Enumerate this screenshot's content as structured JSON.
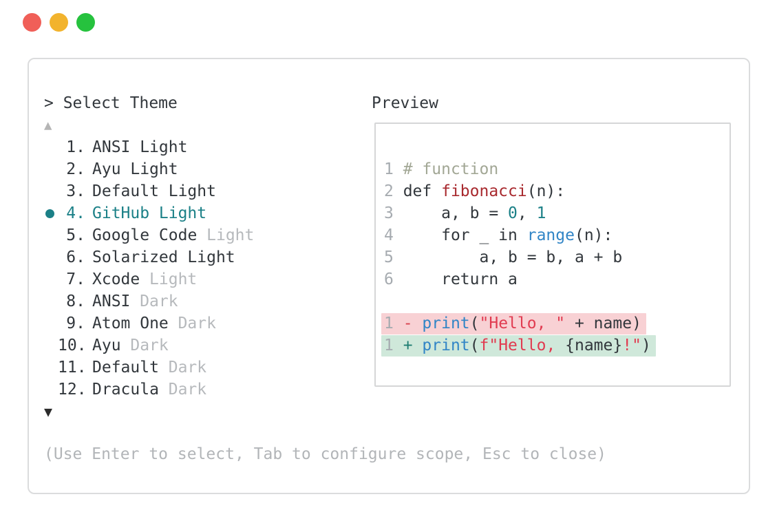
{
  "window_controls": [
    {
      "name": "close",
      "color": "#f05f58"
    },
    {
      "name": "minimize",
      "color": "#f2b32d"
    },
    {
      "name": "zoom",
      "color": "#26c23e"
    }
  ],
  "colors": {
    "accent": "#1b8087",
    "text": "#32373c",
    "dim": "#b6b9bc",
    "hint": "#b2b5b8",
    "lineno": "#a6abb0",
    "comment": "#a2a795",
    "func_red": "#a8292e",
    "builtin_blue": "#3185c6",
    "string_red": "#e13b50",
    "minus": "#d8414e",
    "plus": "#1f7d72",
    "diff_del_bg": "#f8d1d4",
    "diff_add_bg": "#cfe8da",
    "border": "#dbdcdd"
  },
  "theme_picker": {
    "prompt": "> Select Theme",
    "scroll_up_icon": "▲",
    "scroll_down_icon": "▼",
    "hint": "(Use Enter to select, Tab to configure scope, Esc to close)",
    "items": [
      {
        "num": "1.",
        "name": "ANSI",
        "variant": "Light",
        "dim": false,
        "selected": false
      },
      {
        "num": "2.",
        "name": "Ayu",
        "variant": "Light",
        "dim": false,
        "selected": false
      },
      {
        "num": "3.",
        "name": "Default",
        "variant": "Light",
        "dim": false,
        "selected": false
      },
      {
        "num": "4.",
        "name": "GitHub",
        "variant": "Light",
        "dim": false,
        "selected": true
      },
      {
        "num": "5.",
        "name": "Google Code",
        "variant": "Light",
        "dim": true,
        "selected": false
      },
      {
        "num": "6.",
        "name": "Solarized",
        "variant": "Light",
        "dim": false,
        "selected": false
      },
      {
        "num": "7.",
        "name": "Xcode",
        "variant": "Light",
        "dim": true,
        "selected": false
      },
      {
        "num": "8.",
        "name": "ANSI",
        "variant": "Dark",
        "dim": true,
        "selected": false
      },
      {
        "num": "9.",
        "name": "Atom One",
        "variant": "Dark",
        "dim": true,
        "selected": false
      },
      {
        "num": "10.",
        "name": "Ayu",
        "variant": "Dark",
        "dim": true,
        "selected": false
      },
      {
        "num": "11.",
        "name": "Default",
        "variant": "Dark",
        "dim": true,
        "selected": false
      },
      {
        "num": "12.",
        "name": "Dracula",
        "variant": "Dark",
        "dim": true,
        "selected": false
      }
    ]
  },
  "preview": {
    "label": "Preview",
    "lines": [
      {
        "no": "1",
        "segments": [
          [
            "# function",
            "comment"
          ]
        ]
      },
      {
        "no": "2",
        "segments": [
          [
            "def ",
            "code"
          ],
          [
            "fibonacci",
            "func"
          ],
          [
            "(n):",
            "code"
          ]
        ]
      },
      {
        "no": "3",
        "segments": [
          [
            "    a, b = ",
            "code"
          ],
          [
            "0",
            "number"
          ],
          [
            ", ",
            "code"
          ],
          [
            "1",
            "number"
          ]
        ]
      },
      {
        "no": "4",
        "segments": [
          [
            "    for _ in ",
            "code"
          ],
          [
            "range",
            "builtin"
          ],
          [
            "(n):",
            "code"
          ]
        ]
      },
      {
        "no": "5",
        "segments": [
          [
            "        a, b = b, a + b",
            "code"
          ]
        ]
      },
      {
        "no": "6",
        "segments": [
          [
            "    return a",
            "code"
          ]
        ]
      },
      {
        "no": "",
        "segments": []
      },
      {
        "no": "1",
        "diff": "del",
        "segments": [
          [
            "- ",
            "minus"
          ],
          [
            "print",
            "builtin"
          ],
          [
            "(",
            "code"
          ],
          [
            "\"Hello, \"",
            "string"
          ],
          [
            " + name)",
            "code"
          ]
        ]
      },
      {
        "no": "1",
        "diff": "add",
        "segments": [
          [
            "+ ",
            "plus"
          ],
          [
            "print",
            "builtin"
          ],
          [
            "(",
            "code"
          ],
          [
            "f\"Hello, ",
            "string"
          ],
          [
            "{name}",
            "code"
          ],
          [
            "!\"",
            "string"
          ],
          [
            ")",
            "code"
          ]
        ]
      }
    ]
  }
}
